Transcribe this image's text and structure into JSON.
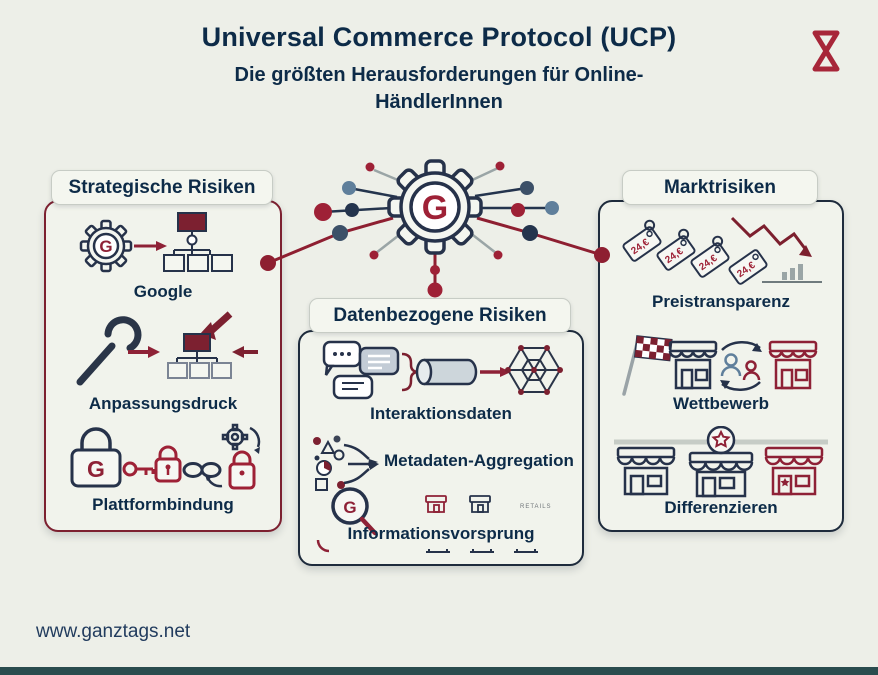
{
  "header": {
    "title": "Universal Commerce Protocol (UCP)",
    "subtitle": "Die größten Herausforderungen für Online-HändlerInnen"
  },
  "hub": {
    "letter": "G"
  },
  "cards": {
    "strategic": {
      "title": "Strategische Risiken",
      "items": [
        {
          "label": "Google",
          "icon": "gear-google-orgchart-icon"
        },
        {
          "label": "Anpassungsdruck",
          "icon": "wrench-pressure-icon"
        },
        {
          "label": "Plattformbindung",
          "icon": "padlock-chain-icon"
        }
      ]
    },
    "data": {
      "title": "Datenbezogene Risiken",
      "items": [
        {
          "label": "Interaktionsdaten",
          "icon": "chat-pipeline-datacube-icon"
        },
        {
          "label": "Metadaten-Aggregation",
          "icon": "metadata-scatter-icon"
        },
        {
          "label": "Informationsvorsprung",
          "icon": "magnifier-retail-icon",
          "annotation": "RETAILS"
        }
      ]
    },
    "market": {
      "title": "Marktrisiken",
      "items": [
        {
          "label": "Preistransparenz",
          "icon": "price-tags-decline-icon",
          "price_tag": "24,€"
        },
        {
          "label": "Wettbewerb",
          "icon": "flag-shops-swap-icon"
        },
        {
          "label": "Differenzieren",
          "icon": "shops-star-icon"
        }
      ]
    }
  },
  "footer": {
    "website": "www.ganztags.net"
  },
  "icons": {
    "top_right": "hourglass-icon",
    "center": "gear-g-hub-icon"
  },
  "colors": {
    "background": "#edefe8",
    "navy_text": "#0d2b48",
    "icon_navy": "#26324a",
    "crimson": "#9e2136",
    "maroon": "#7c2030",
    "steel_blue": "#5f7f9b",
    "slate": "#3c5068",
    "gray": "#9aa5a6",
    "card_border_red": "#7c2030",
    "card_border_navy": "#1e2b3c",
    "footer_bar": "#2a4c4e"
  }
}
